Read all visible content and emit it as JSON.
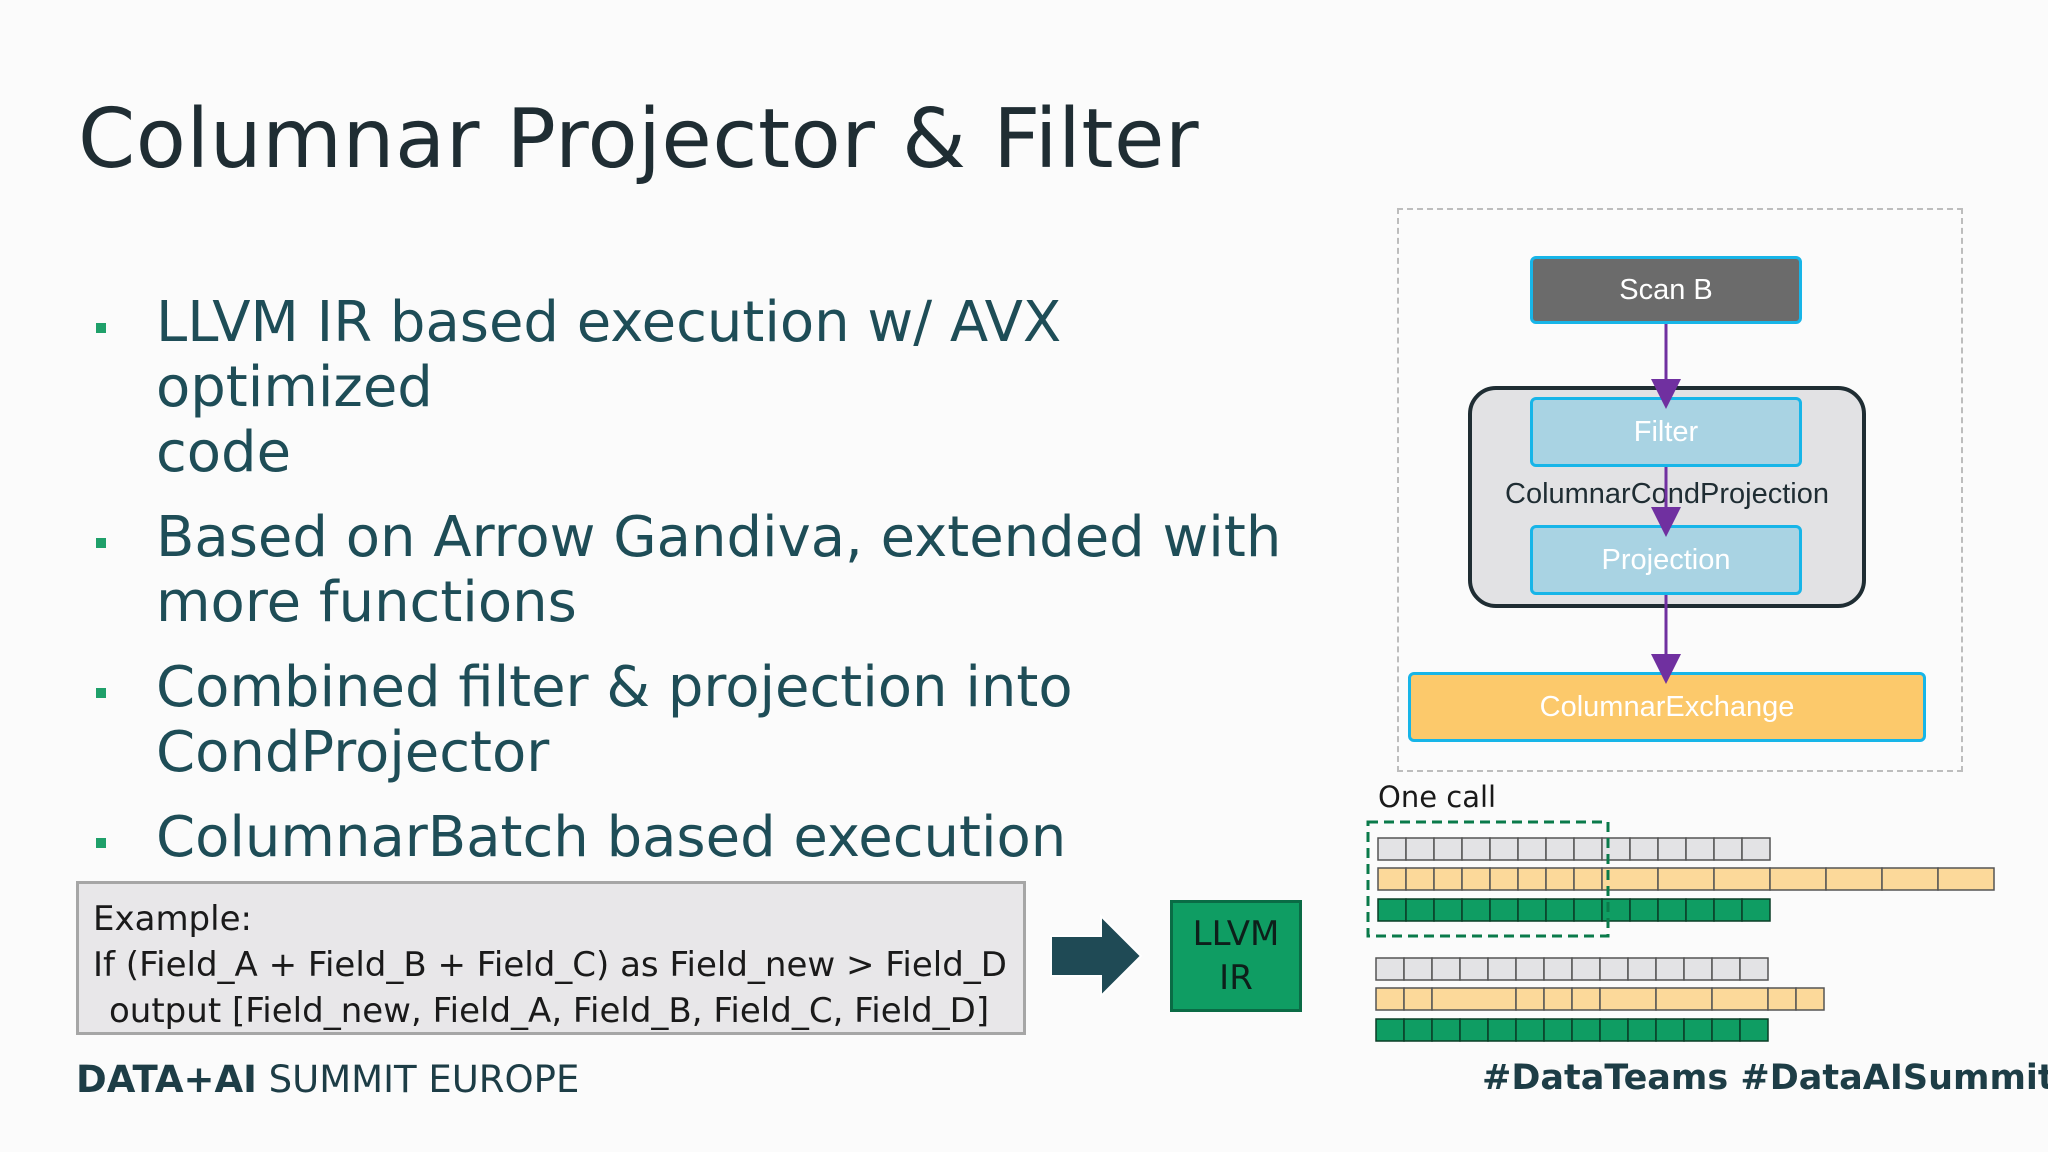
{
  "slide": {
    "title": "Columnar Projector & Filter",
    "bullets": [
      {
        "lines": [
          "LLVM IR based execution w/ AVX optimized",
          "code"
        ]
      },
      {
        "lines": [
          "Based on Arrow Gandiva, extended with",
          "more functions"
        ]
      },
      {
        "lines": [
          "Combined filter & projection into",
          "CondProjector"
        ]
      },
      {
        "lines": [
          "ColumnarBatch based execution"
        ]
      }
    ],
    "bullet_color": "#1fa06a",
    "text_color": "#1e4d57"
  },
  "example": {
    "heading": "Example:",
    "line1": "If (Field_A + Field_B + Field_C) as Field_new > Field_D",
    "line2": "output [Field_new, Field_A, Field_B, Field_C, Field_D]"
  },
  "llvm": {
    "line1": "LLVM",
    "line2": "IR",
    "color": "#0f9d63"
  },
  "diagram": {
    "scan": "Scan B",
    "filter": "Filter",
    "group_label": "ColumnarCondProjection",
    "projection": "Projection",
    "exchange": "ColumnarExchange",
    "arrow_color": "#7030a0",
    "border_color": "#17b5e8"
  },
  "batches": {
    "label": "One call",
    "colors": {
      "gray": "#e3e3e5",
      "orange": "#fcd99a",
      "green": "#0f9d63",
      "selection": "#0a7a4a"
    }
  },
  "footer": {
    "brand_bold": "DATA+AI",
    "brand_rest": " SUMMIT EUROPE",
    "hashtags": "#DataTeams  #DataAISummit"
  }
}
